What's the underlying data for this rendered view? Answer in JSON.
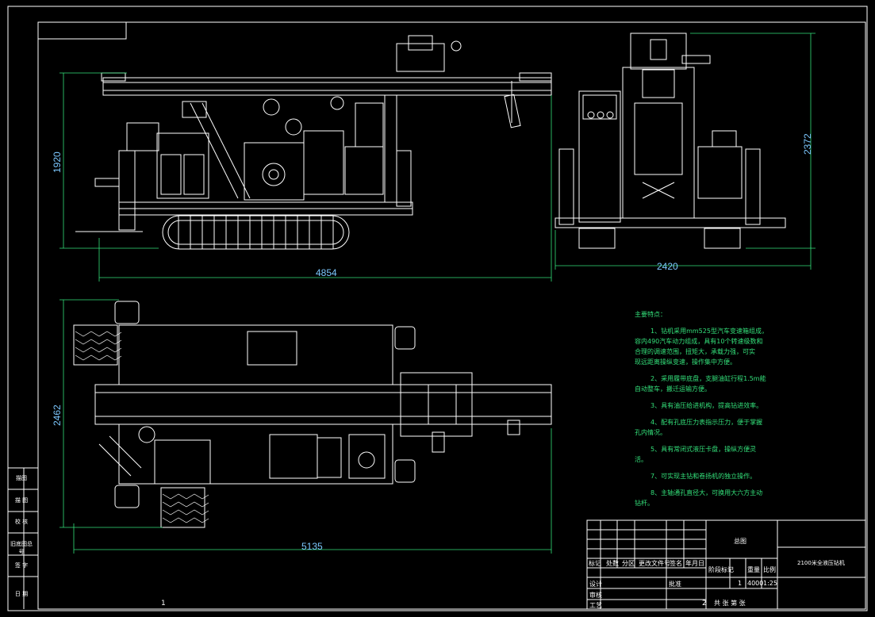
{
  "drawing": {
    "dimensions": {
      "side_height": "1920",
      "side_length": "4854",
      "end_width": "2420",
      "end_height": "2372",
      "plan_length": "5135",
      "plan_width": "2462"
    },
    "notes": {
      "title": "主要特点：",
      "items": [
        "1、钻机采用mm525型汽车变速箱组成，",
        "容内490汽车动力组成，具有10个转速级数和",
        "合理的调速范围，扭矩大，承载力强，可实",
        "现远距离操纵变速，操作集中方便。",
        "2、采用履带底盘，支腿油缸行程1.5m能",
        "自动整车，搬迁运输方便。",
        "3、具有油压给进机构，提高钻进效率。",
        "4、配有孔底压力表指示压力，便于掌握",
        "孔内情况。",
        "5、具有常闭式液压卡盘，操纵方便灵",
        "活。",
        "7、可实现主钻和卷扬机的独立操作。",
        "8、主轴通孔直径大，可换用大六方主动",
        "钻杆。"
      ]
    },
    "side_labels": [
      "描图",
      "描 图",
      "校 核",
      "旧底图总号",
      "签 字",
      "日 期"
    ],
    "title_block": {
      "center_title": "总图",
      "drawing_name": "2100米全液压钻机",
      "row_labels": [
        "标记",
        "处数",
        "分区",
        "更改文件号",
        "签名",
        "年月日"
      ],
      "bottom_labels": [
        "设计",
        "审核",
        "工艺",
        "批准"
      ],
      "stage_label": "阶段标记",
      "weight_label": "重量",
      "scale_label": "比例",
      "qty": "1",
      "weight": "4000",
      "scale": "1:25",
      "sheet": "共 张 第 张"
    },
    "zone_numbers": [
      "1",
      "2"
    ],
    "colors": {
      "outline": "#ffffff",
      "dimension": "#33e07a",
      "dimension_text": "#7cc8ff",
      "notes": "#33e07a",
      "background": "#000000"
    }
  }
}
